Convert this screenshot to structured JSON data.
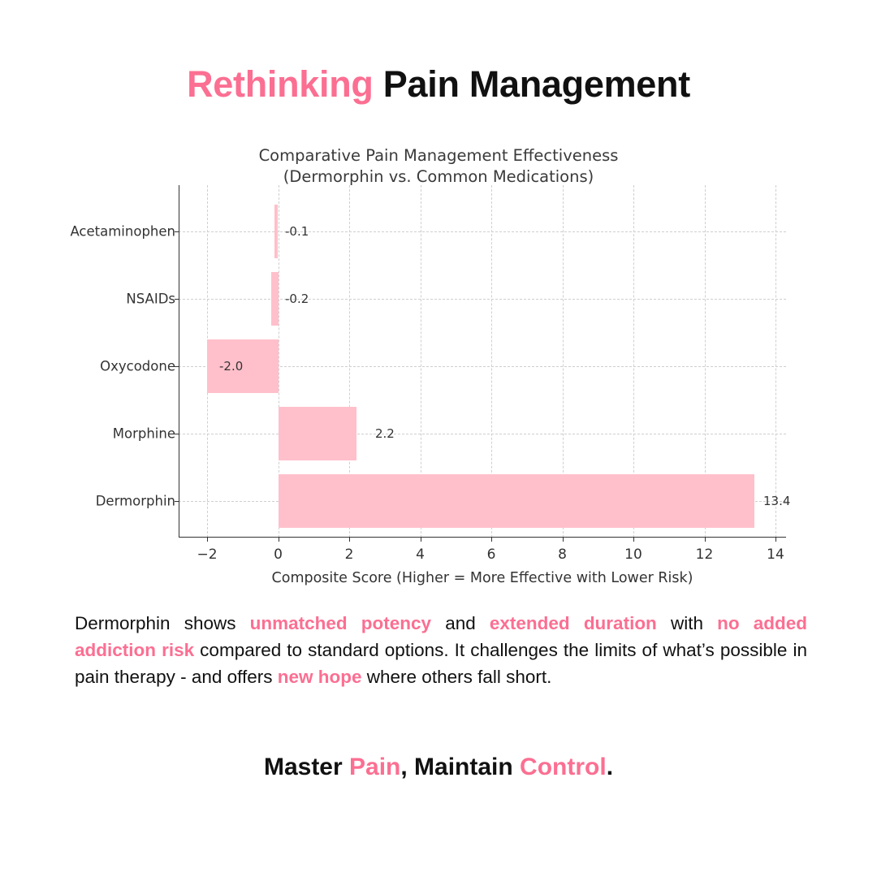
{
  "headline": {
    "accent_word": "Rethinking",
    "rest": " Pain Management",
    "accent_color": "#fb6f92"
  },
  "chart_data": {
    "type": "bar",
    "orientation": "horizontal",
    "title": "Comparative Pain Management Effectiveness",
    "subtitle": "(Dermorphin vs. Common Medications)",
    "title_line1": "Comparative Pain Management Effectiveness",
    "title_line2": "(Dermorphin vs. Common Medications)",
    "categories": [
      "Acetaminophen",
      "NSAIDs",
      "Oxycodone",
      "Morphine",
      "Dermorphin"
    ],
    "values": [
      -0.1,
      -0.2,
      -2.0,
      2.2,
      13.4
    ],
    "value_labels": [
      "-0.1",
      "-0.2",
      "-2.0",
      "2.2",
      "13.4"
    ],
    "xlabel": "Composite Score (Higher = More Effective with Lower Risk)",
    "ylabel": "",
    "xlim": [
      -2.8,
      14.3
    ],
    "xticks": [
      -2,
      0,
      2,
      4,
      6,
      8,
      10,
      12,
      14
    ],
    "xtick_labels": [
      "−2",
      "0",
      "2",
      "4",
      "6",
      "8",
      "10",
      "12",
      "14"
    ],
    "bar_color": "#ffc0cb",
    "grid": true,
    "legend": "none"
  },
  "body": {
    "segments": [
      {
        "text": "Dermorphin shows ",
        "highlight": false
      },
      {
        "text": "unmatched potency",
        "highlight": true
      },
      {
        "text": " and ",
        "highlight": false
      },
      {
        "text": "extended duration",
        "highlight": true
      },
      {
        "text": " with ",
        "highlight": false
      },
      {
        "text": "no added addiction risk",
        "highlight": true
      },
      {
        "text": " compared to standard options. It challenges the limits of what’s possible in pain therapy - and offers ",
        "highlight": false
      },
      {
        "text": "new hope",
        "highlight": true
      },
      {
        "text": " where others fall short.",
        "highlight": false
      }
    ]
  },
  "tagline": {
    "part1": "Master ",
    "accent1": "Pain",
    "part2": ", Maintain ",
    "accent2": "Control",
    "part3": "."
  }
}
